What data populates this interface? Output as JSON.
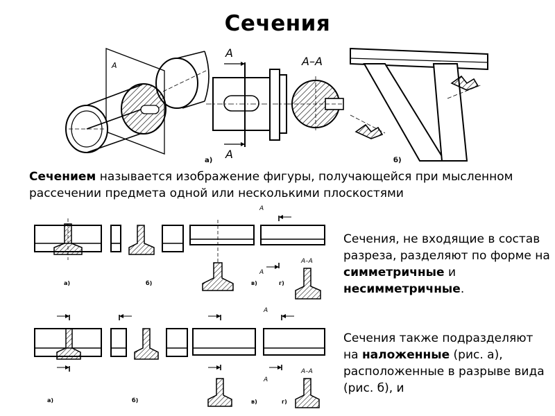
{
  "title": "Сечения",
  "figure_top": {
    "label_a": "а)",
    "label_b": "б)",
    "cut_letter": "А",
    "section_label": "А–А",
    "plane_letter": "А"
  },
  "definition": {
    "term": "Сечением",
    "text": " называется изображение фигуры, получающейся при мысленном рассечении предмета одной или несколькими плоскостями"
  },
  "row1": {
    "labels": [
      "а)",
      "б)",
      "в)",
      "г)"
    ],
    "cut_letter": "А",
    "section_label": "А–А"
  },
  "row2": {
    "labels": [
      "а)",
      "б)",
      "в)",
      "г)"
    ],
    "cut_letter": "А",
    "section_label": "А–А"
  },
  "side_text_1": {
    "p1": "Сечения, не входящие в состав разреза, разделяют по форме на ",
    "b1": "симметричные",
    "p2": " и ",
    "b2": "несимметричные",
    "p3": "."
  },
  "side_text_2": {
    "p1": "Сечения также подразделяют на ",
    "b1": "наложенные",
    "p2": " (рис. а), расположенные в разрыве вида (рис. б), и"
  }
}
